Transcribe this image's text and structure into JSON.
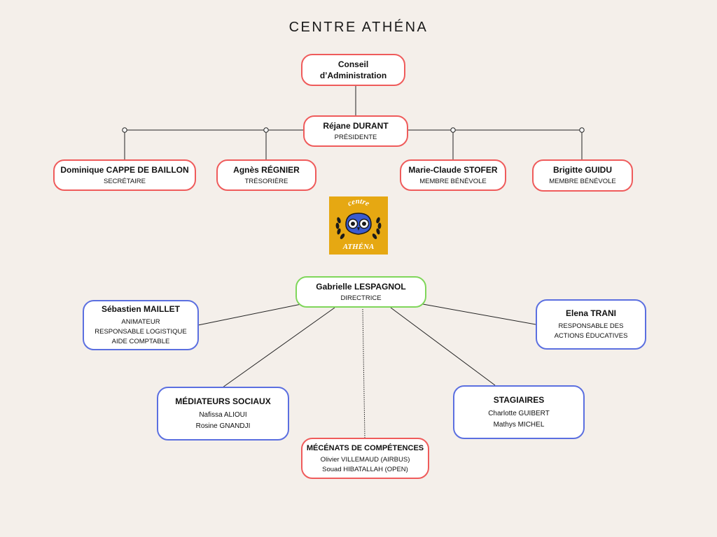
{
  "title": "CENTRE ATHÉNA",
  "board": {
    "conseil": {
      "line1": "Conseil",
      "line2": "d’Administration"
    },
    "president": {
      "name": "Réjane DURANT",
      "role": "PRÉSIDENTE"
    },
    "members": [
      {
        "name": "Dominique CAPPE DE BAILLON",
        "role": "SECRÉTAIRE"
      },
      {
        "name": "Agnès RÉGNIER",
        "role": "TRÉSORIÈRE"
      },
      {
        "name": "Marie-Claude STOFER",
        "role": "MEMBRE BÉNÉVOLE"
      },
      {
        "name": "Brigitte GUIDU",
        "role": "MEMBRE BÉNÉVOLE"
      }
    ]
  },
  "logo": {
    "top": "centre",
    "bottom": "ATHÉNA"
  },
  "staff": {
    "director": {
      "name": "Gabrielle LESPAGNOL",
      "role": "DIRECTRICE"
    },
    "sebastien": {
      "name": "Sébastien MAILLET",
      "roles": [
        "ANIMATEUR",
        "RESPONSABLE LOGISTIQUE",
        "AIDE COMPTABLE"
      ]
    },
    "elena": {
      "name": "Elena TRANI",
      "roles": [
        "RESPONSABLE DES",
        "ACTIONS ÉDUCATIVES"
      ]
    },
    "mediateurs": {
      "name": "MÉDIATEURS SOCIAUX",
      "people": [
        "Nafissa ALIOUI",
        "Rosine GNANDJI"
      ]
    },
    "stagiaires": {
      "name": "STAGIAIRES",
      "people": [
        "Charlotte GUIBERT",
        "Mathys MICHEL"
      ]
    },
    "mecenats": {
      "name": "MÉCÉNATS DE COMPÉTENCES",
      "people": [
        "Olivier VILLEMAUD (AIRBUS)",
        "Souad HIBATALLAH  (OPEN)"
      ]
    }
  },
  "colors": {
    "red_border": "#ef5b5b",
    "green_border": "#7fd65a",
    "blue_border": "#5b6fe0",
    "background": "#f4efea",
    "logo_bg": "#e6a812",
    "owl_blue": "#3a5bd0"
  }
}
